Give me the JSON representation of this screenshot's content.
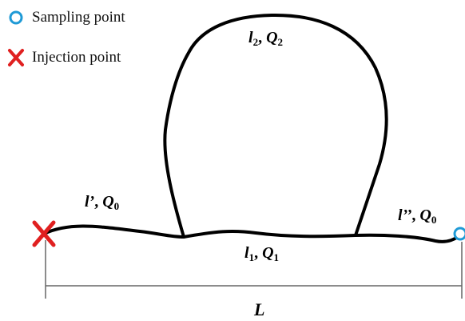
{
  "legend": {
    "sampling": {
      "label": "Sampling point",
      "color": "#1f9ad6",
      "icon": "circle-icon"
    },
    "injection": {
      "label": "Injection point",
      "color": "#e02020",
      "icon": "cross-icon"
    }
  },
  "segments": {
    "l_prime": {
      "name": "l’",
      "flow": "Q",
      "flow_sub": "0"
    },
    "l1": {
      "name": "l",
      "name_sub": "1",
      "flow": "Q",
      "flow_sub": "1"
    },
    "l2": {
      "name": "l",
      "name_sub": "2",
      "flow": "Q",
      "flow_sub": "2"
    },
    "l_double": {
      "name": "l’’",
      "flow": "Q",
      "flow_sub": "0"
    }
  },
  "dimension": {
    "label": "L"
  }
}
